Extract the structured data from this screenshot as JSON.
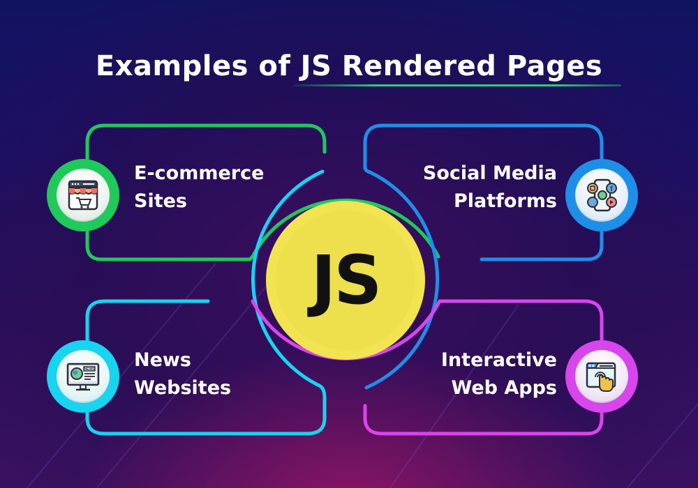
{
  "title": "Examples of JS Rendered Pages",
  "center": {
    "label": "JS",
    "color": "#f2e350"
  },
  "items": [
    {
      "id": "ecommerce",
      "line1": "E-commerce",
      "line2": "Sites",
      "color": "#1fc95a",
      "icon": "storefront-cart-icon"
    },
    {
      "id": "social",
      "line1": "Social Media",
      "line2": "Platforms",
      "color": "#1e8fe8",
      "icon": "social-media-phone-icon"
    },
    {
      "id": "news",
      "line1": "News",
      "line2": "Websites",
      "color": "#17d4f0",
      "icon": "news-monitor-icon"
    },
    {
      "id": "webapps",
      "line1": "Interactive",
      "line2": "Web Apps",
      "color": "#d945ec",
      "icon": "browser-tap-hand-icon"
    }
  ],
  "colors": {
    "accent_underline": "#2ad36b",
    "background_top": "#121360",
    "background_bottom": "#8a1466"
  }
}
